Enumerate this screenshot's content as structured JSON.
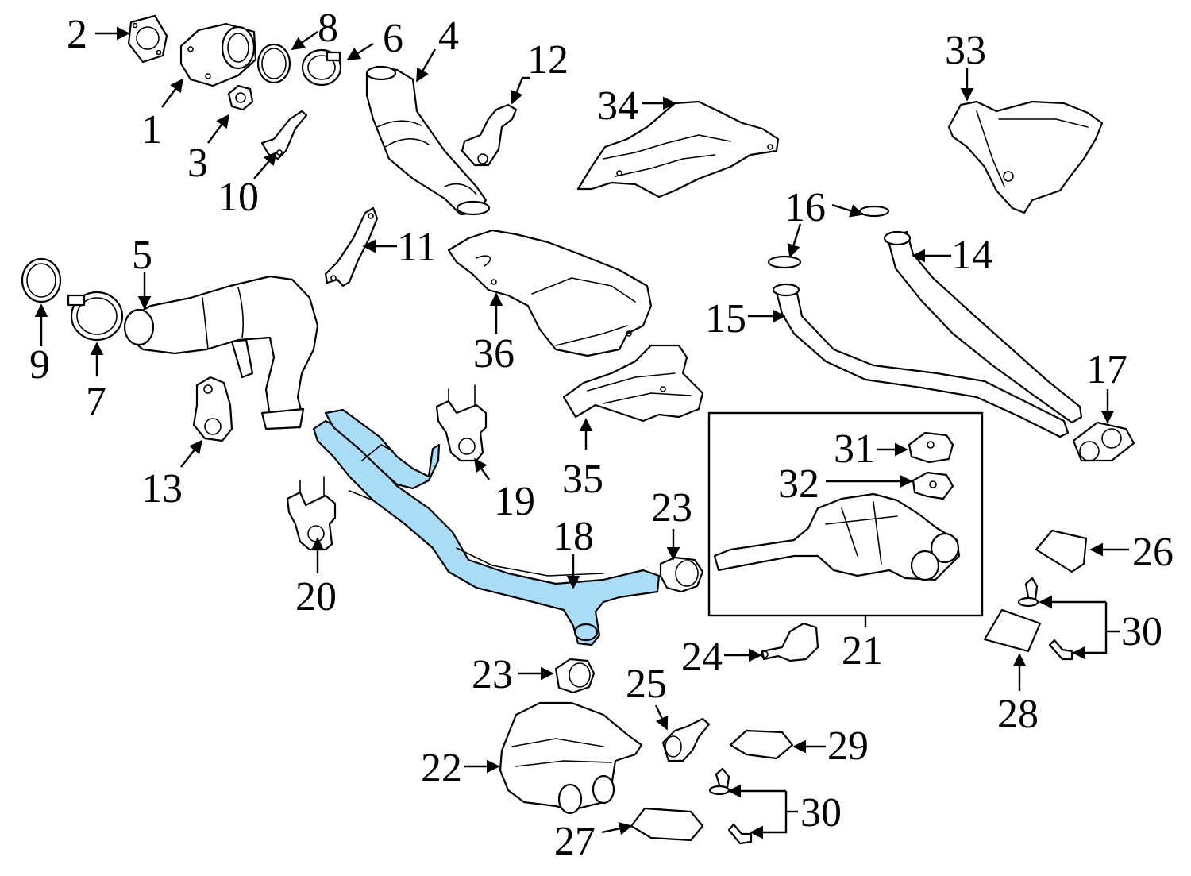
{
  "diagram": {
    "highlight_color": "#a8dcf7",
    "line_color": "#000000",
    "background": "#ffffff",
    "highlighted_part": "18",
    "callouts": {
      "c1": "1",
      "c2": "2",
      "c3": "3",
      "c4": "4",
      "c5": "5",
      "c6": "6",
      "c7": "7",
      "c8": "8",
      "c9": "9",
      "c10": "10",
      "c11": "11",
      "c12": "12",
      "c13": "13",
      "c14": "14",
      "c15": "15",
      "c16": "16",
      "c17": "17",
      "c18": "18",
      "c19": "19",
      "c20": "20",
      "c21": "21",
      "c22": "22",
      "c23a": "23",
      "c23b": "23",
      "c24": "24",
      "c25": "25",
      "c26": "26",
      "c27": "27",
      "c28": "28",
      "c29": "29",
      "c30a": "30",
      "c30b": "30",
      "c31": "31",
      "c32": "32",
      "c33": "33",
      "c34": "34",
      "c35": "35",
      "c36": "36"
    }
  }
}
